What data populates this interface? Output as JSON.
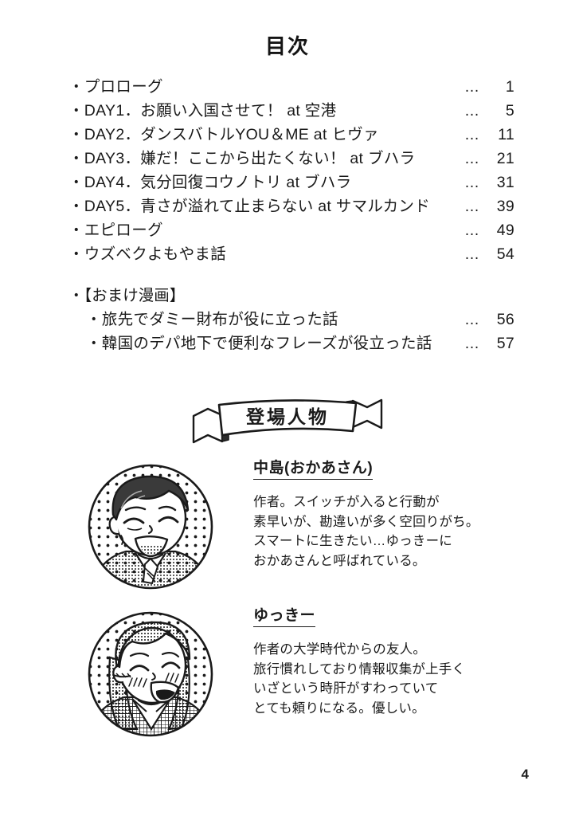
{
  "page": {
    "title": "目次",
    "folio": "4",
    "ink_color": "#1a1a1a",
    "background_color": "#ffffff"
  },
  "toc": {
    "dots": "…",
    "entries": [
      {
        "label": "・プロローグ",
        "page": "1"
      },
      {
        "label": "・DAY1．お願い入国させて！ at 空港",
        "page": "5"
      },
      {
        "label": "・DAY2．ダンスバトルYOU＆ME at ヒヴァ",
        "page": "11"
      },
      {
        "label": "・DAY3．嫌だ！ここから出たくない！ at ブハラ",
        "page": "21"
      },
      {
        "label": "・DAY4．気分回復コウノトリ at ブハラ",
        "page": "31"
      },
      {
        "label": "・DAY5．青さが溢れて止まらない at サマルカンド",
        "page": "39"
      },
      {
        "label": "・エピローグ",
        "page": "49"
      },
      {
        "label": "・ウズベクよもやま話",
        "page": "54"
      }
    ],
    "bonus_heading": "・【おまけ漫画】",
    "bonus_entries": [
      {
        "label": "・旅先でダミー財布が役に立った話",
        "page": "56"
      },
      {
        "label": "・韓国のデパ地下で便利なフレーズが役立った話",
        "page": "57"
      }
    ]
  },
  "banner": {
    "label": "登場人物"
  },
  "characters": [
    {
      "name": "中島(おかあさん)",
      "portrait_icon": "portrait-nakajima-icon",
      "description_lines": [
        "作者。スイッチが入ると行動が",
        "素早いが、勘違いが多く空回りがち。",
        "スマートに生きたい…ゆっきーに",
        "おかあさんと呼ばれている。"
      ]
    },
    {
      "name": "ゆっきー",
      "portrait_icon": "portrait-yukkii-icon",
      "description_lines": [
        "作者の大学時代からの友人。",
        "旅行慣れしており情報収集が上手く",
        "いざという時肝がすわっていて",
        "とても頼りになる。優しい。"
      ]
    }
  ]
}
